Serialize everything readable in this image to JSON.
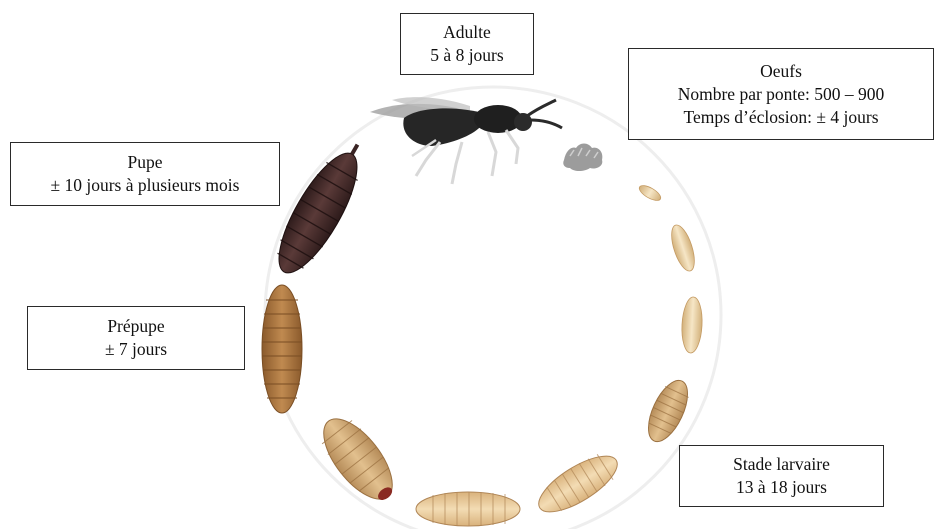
{
  "stages": {
    "adulte": {
      "name": "Adulte",
      "detail": "5 à 8 jours"
    },
    "oeufs": {
      "name": "Oeufs",
      "detail": "Nombre par ponte: 500 – 900",
      "detail2": "Temps d’éclosion: ± 4 jours"
    },
    "pupe": {
      "name": "Pupe",
      "detail": "± 10 jours à plusieurs mois"
    },
    "prepupe": {
      "name": "Prépupe",
      "detail": "± 7 jours"
    },
    "larve": {
      "name": "Stade larvaire",
      "detail": "13 à 18 jours"
    }
  },
  "colors": {
    "fly_body": "#2b2b2b",
    "pupa": "#4a3030",
    "prepupa": "#a8743e",
    "larva": "#d9b27c",
    "egg": "#d9bf94",
    "egg_cluster": "#9a9a9a",
    "ring": "#ececec"
  }
}
